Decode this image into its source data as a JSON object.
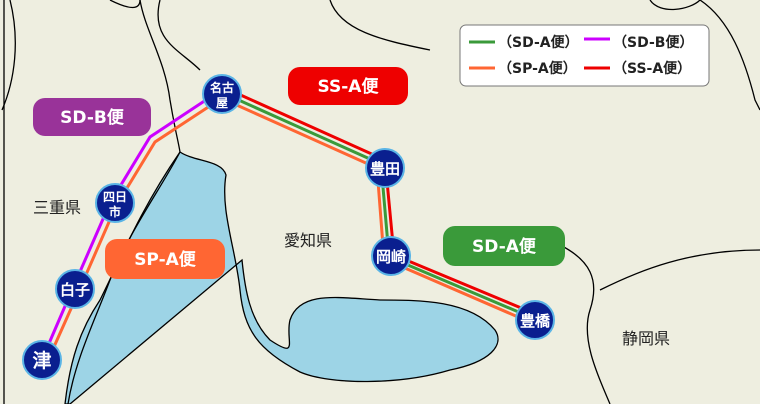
{
  "colors": {
    "land": "#eeeee0",
    "water": "#9dd4e6",
    "station": "#0a1f8f",
    "sd_a": "#3a9a3a",
    "sd_b": "#cc00ff",
    "sp_a": "#ff6633",
    "ss_a": "#ee0000",
    "sd_b_pill": "#993399",
    "sp_a_pill": "#ff6633",
    "ss_a_pill": "#ee0000",
    "sd_a_pill": "#3a9a3a"
  },
  "legend": {
    "sd_a": "（SD-A便）",
    "sd_b": "（SD-B便）",
    "sp_a": "（SP-A便）",
    "ss_a": "（SS-A便）"
  },
  "routes": {
    "ss_a": "SS-A便",
    "sd_b": "SD-B便",
    "sp_a": "SP-A便",
    "sd_a": "SD-A便"
  },
  "prefectures": {
    "mie": "三重県",
    "aichi": "愛知県",
    "shizuoka": "静岡県"
  },
  "stations": {
    "nagoya": [
      "名古",
      "屋"
    ],
    "toyota": "豊田",
    "okazaki": "岡崎",
    "toyohashi": "豊橋",
    "yokkaichi": [
      "四日",
      "市"
    ],
    "shiroko": "白子",
    "tsu": "津"
  }
}
